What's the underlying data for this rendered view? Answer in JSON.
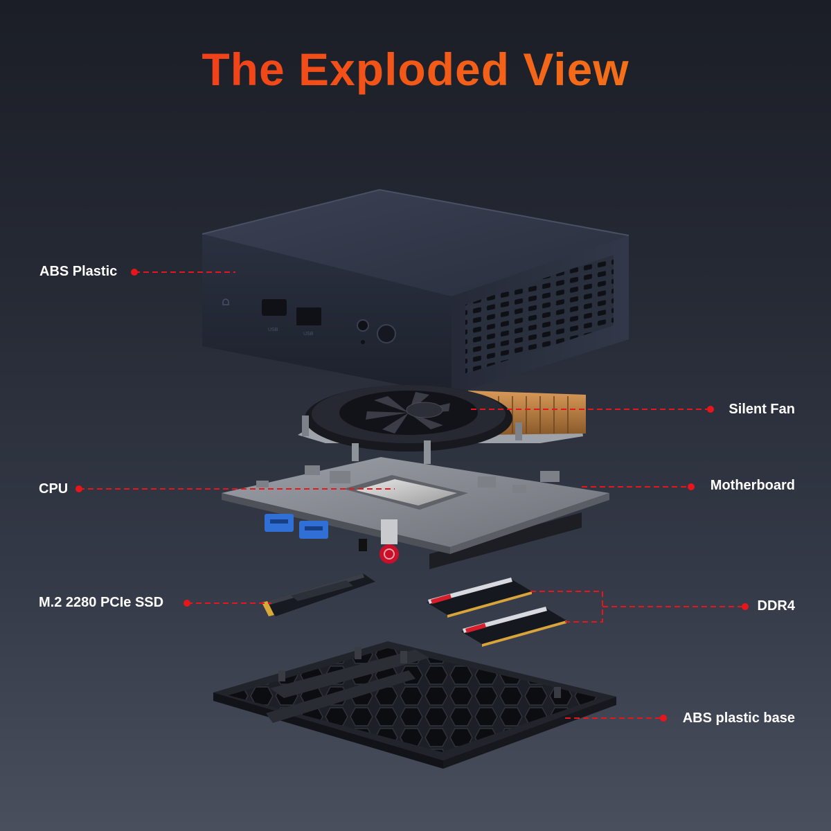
{
  "title": "The Exploded View",
  "accent_color": "#e8151b",
  "labels": {
    "abs_plastic": "ABS Plastic",
    "silent_fan": "Silent Fan",
    "cpu": "CPU",
    "motherboard": "Motherboard",
    "ssd": "M.2 2280 PCIe SSD",
    "ddr4": "DDR4",
    "base": "ABS plastic base"
  },
  "case_ports": {
    "usb_a": "USB",
    "usb_c": "USB"
  }
}
